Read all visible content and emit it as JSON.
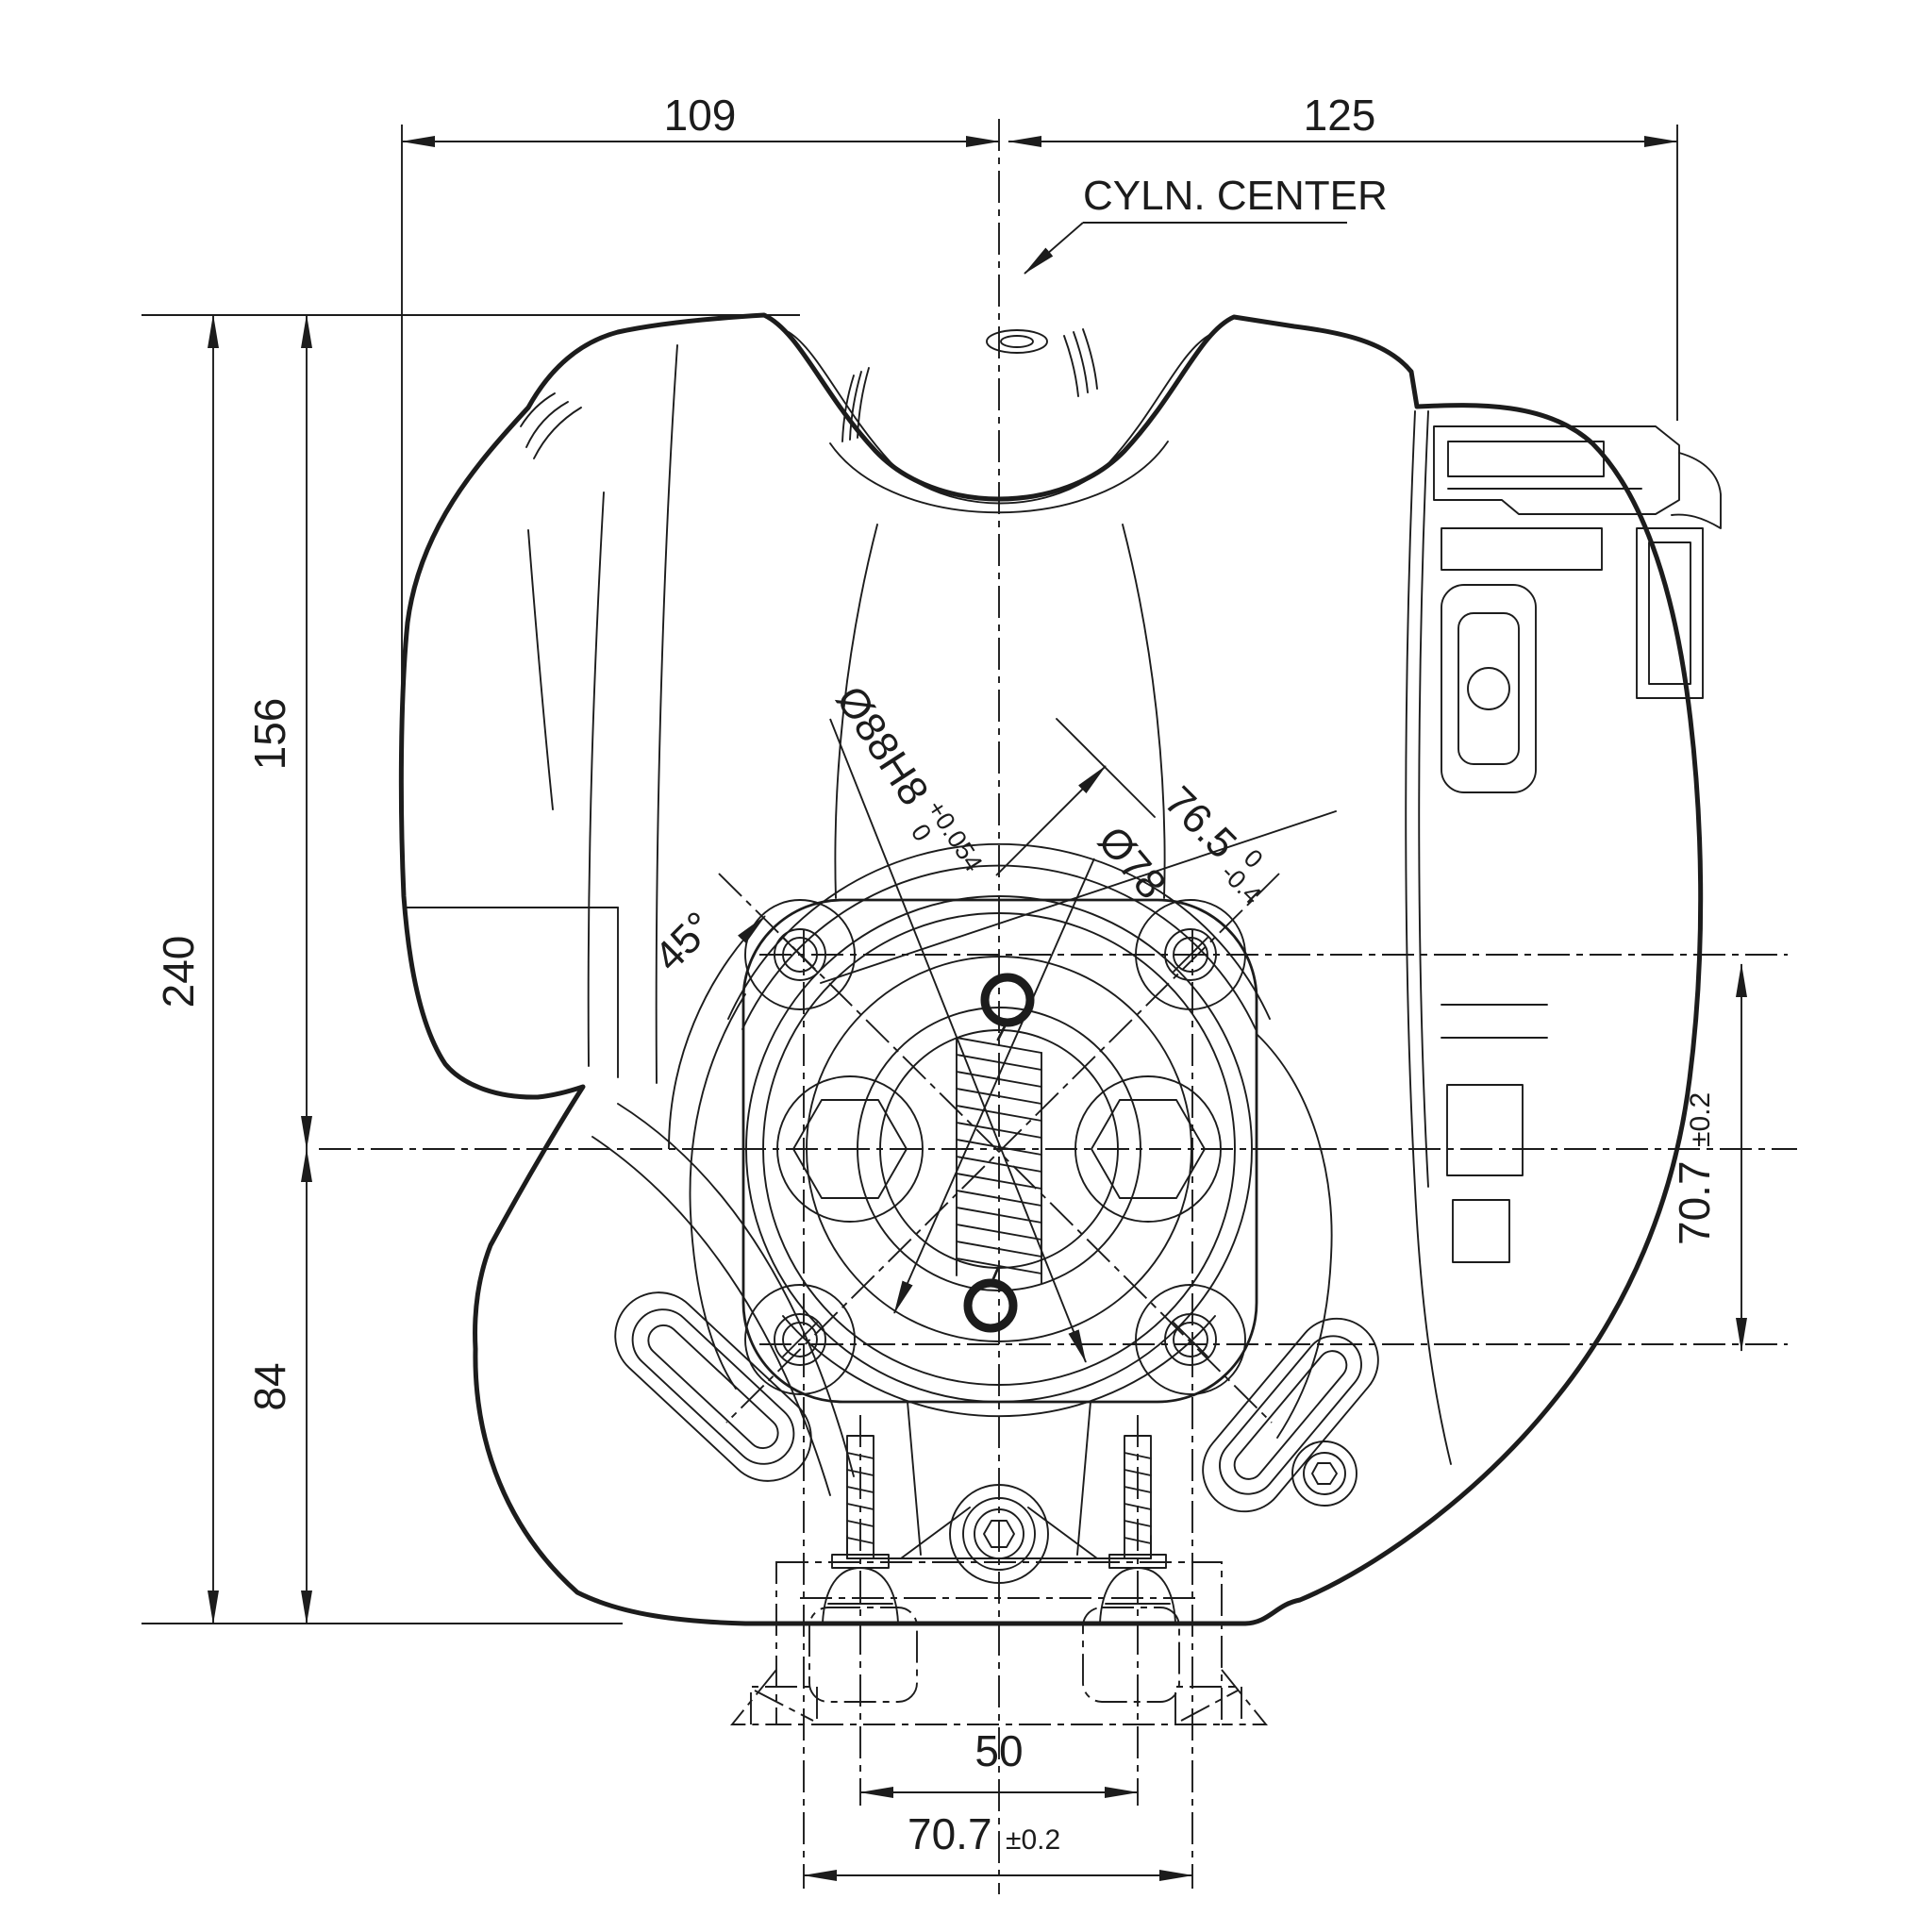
{
  "drawing": {
    "type": "engine-dimensional-drawing",
    "colors": {
      "line": "#1c1c1c",
      "background": "#ffffff"
    },
    "labels": {
      "cyln_center": "CYLN. CENTER",
      "width_left": "109",
      "width_right": "125",
      "height_total": "240",
      "height_upper": "156",
      "height_lower": "84",
      "flange_bolt_vertical": "70.7",
      "flange_bolt_vertical_tol": "±0.2",
      "bore": "Ø88H8",
      "bore_tol_upper": "+0.054",
      "bore_tol_lower": "0",
      "pilot_diameter": "Ø78",
      "depth": "76.5",
      "depth_tol_upper": "0",
      "depth_tol_lower": "-0.4",
      "angle": "45°",
      "stud_spacing": "50",
      "flange_bolt_horizontal": "70.7",
      "flange_bolt_horizontal_tol": "±0.2"
    }
  }
}
